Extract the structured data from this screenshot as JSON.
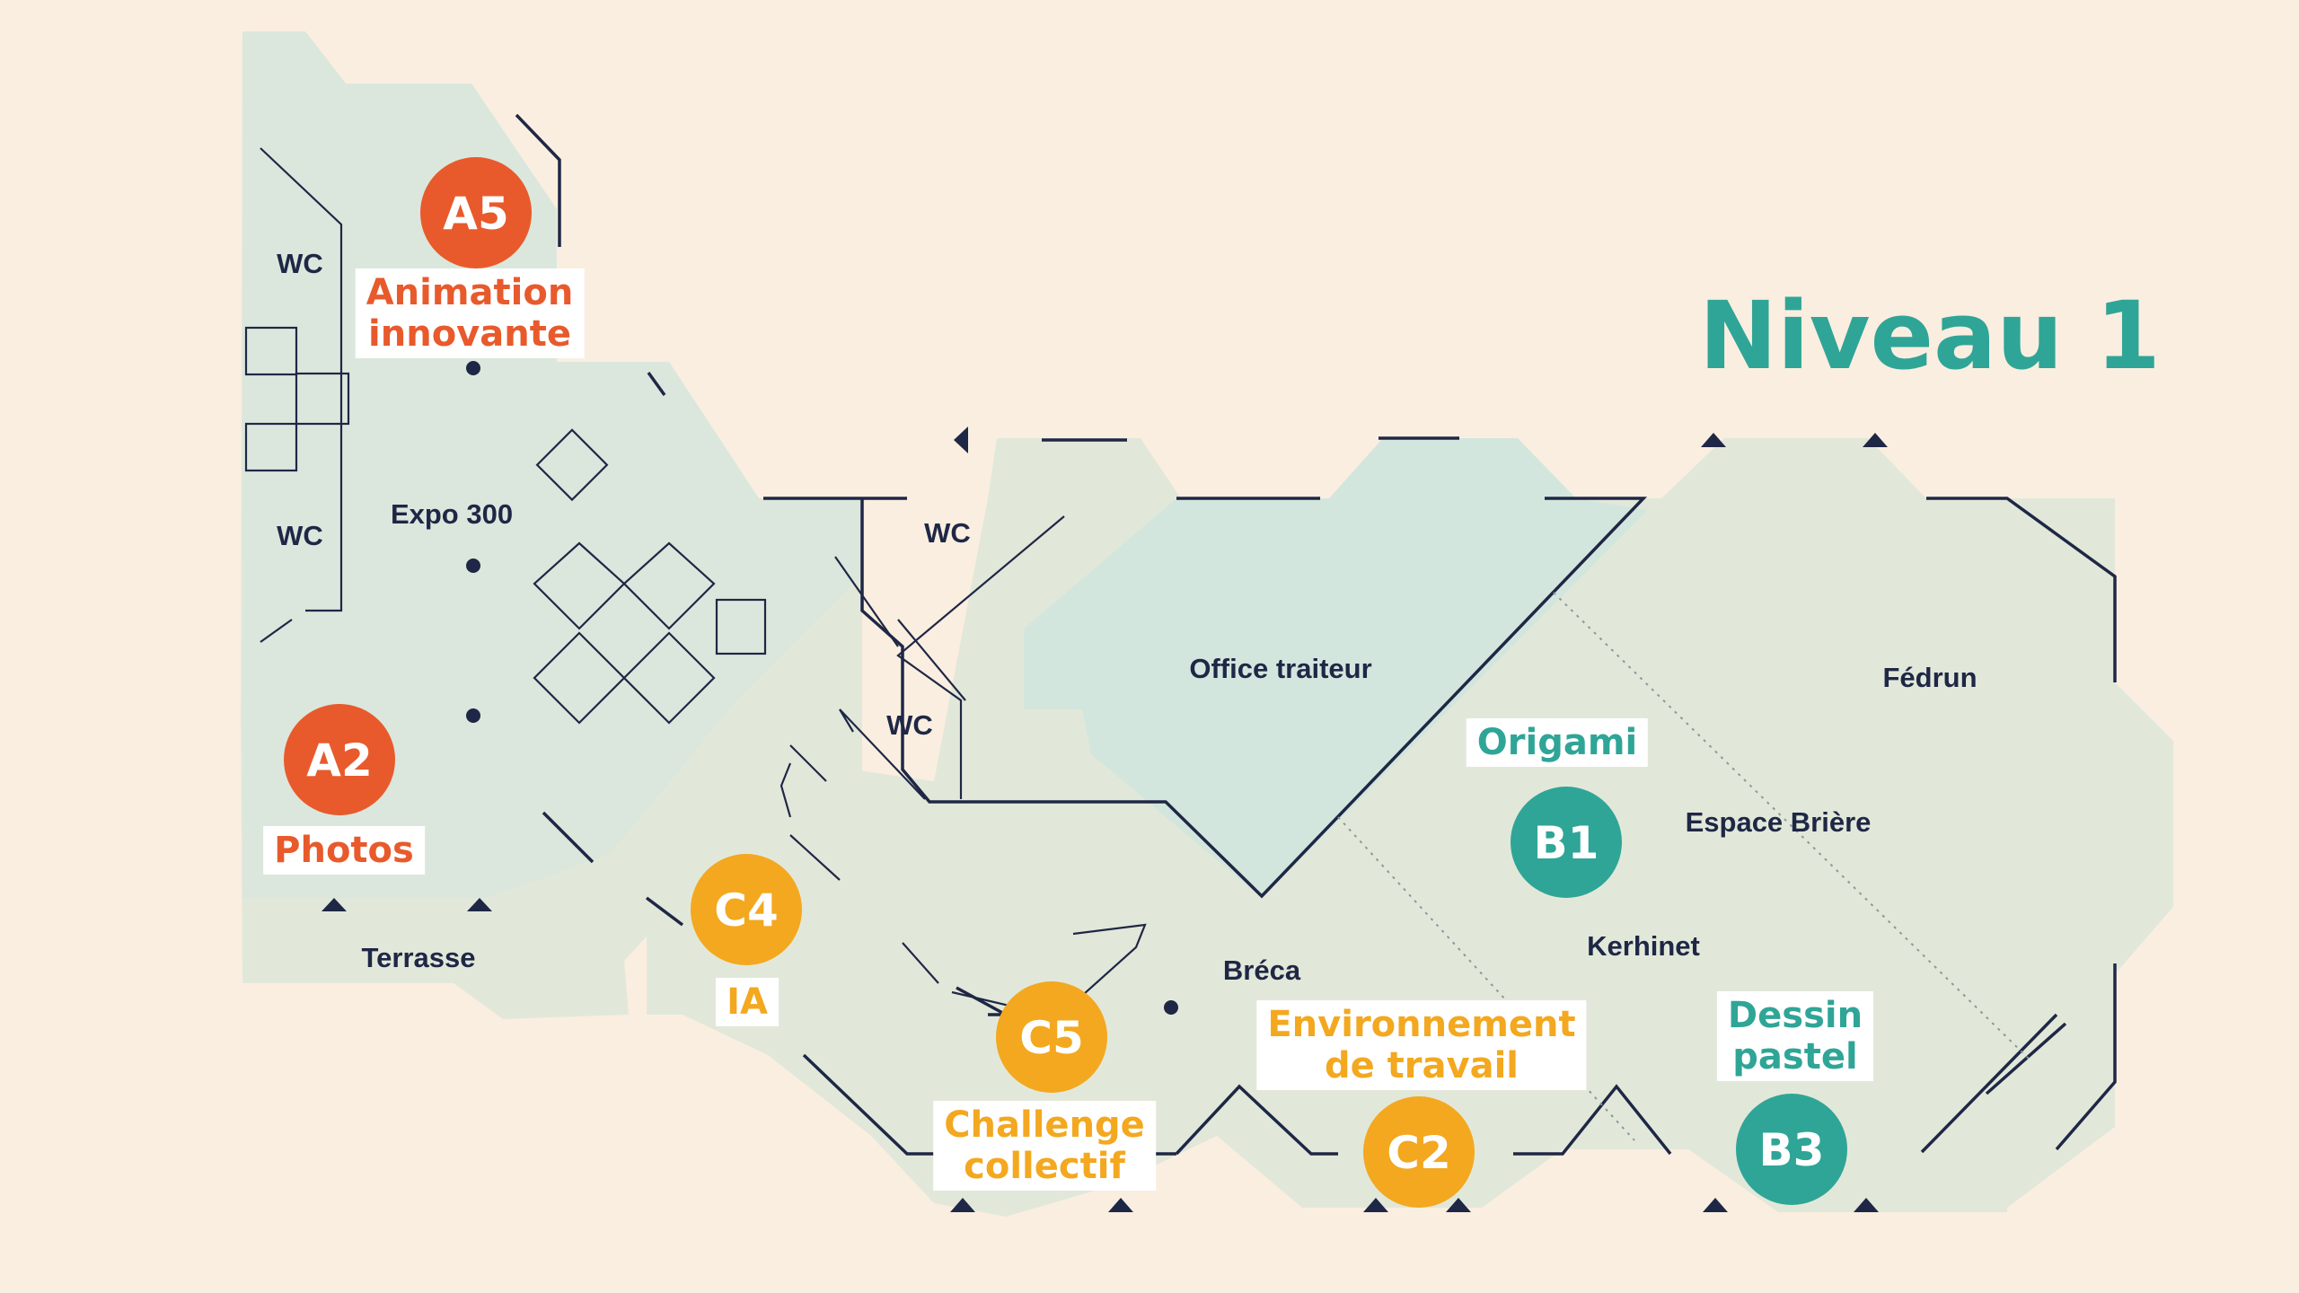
{
  "map": {
    "title": "Niveau 1",
    "colors": {
      "background": "#faeee0",
      "floor": "#e2e8d9",
      "floor_alt": "#dbe7dc",
      "office": "#d3e6dd",
      "walls": "#1f2746",
      "title": "#2fa597"
    },
    "rooms": {
      "wc_top": "WC",
      "wc_middle": "WC",
      "wc_center_top": "WC",
      "wc_center_bottom": "WC",
      "expo": "Expo 300",
      "terrasse": "Terrasse",
      "office": "Office traiteur",
      "fedrun": "Fédrun",
      "espace_briere": "Espace Brière",
      "kerhinet": "Kerhinet",
      "breca": "Bréca"
    },
    "markers": {
      "a5": {
        "code": "A5",
        "color": "#e85a2c",
        "label": [
          "Animation",
          "innovante"
        ]
      },
      "a2": {
        "code": "A2",
        "color": "#e85a2c",
        "label": [
          "Photos"
        ]
      },
      "c4": {
        "code": "C4",
        "color": "#f3a81f",
        "label": [
          "IA"
        ]
      },
      "c5": {
        "code": "C5",
        "color": "#f3a81f",
        "label": [
          "Challenge",
          "collectif"
        ]
      },
      "c2": {
        "code": "C2",
        "color": "#f3a81f",
        "label": [
          "Environnement",
          "de travail"
        ]
      },
      "b1": {
        "code": "B1",
        "color": "#2fa597",
        "label": [
          "Origami"
        ]
      },
      "b3": {
        "code": "B3",
        "color": "#2fa597",
        "label": [
          "Dessin",
          "pastel"
        ]
      }
    }
  }
}
